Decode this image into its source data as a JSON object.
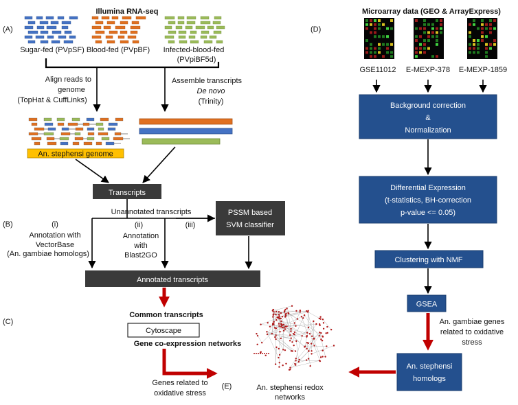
{
  "left_panel": {
    "title": "Illumina RNA-seq",
    "label_a": "(A)",
    "label_b": "(B)",
    "label_c": "(C)",
    "label_e": "(E)",
    "samples": [
      {
        "name": "Sugar-fed (PVpSF)",
        "color": "#4472c4"
      },
      {
        "name": "Blood-fed (PVpBF)",
        "color": "#e07020"
      },
      {
        "name": "Infected-blood-fed",
        "name2": "(PVpiBF5d)",
        "color": "#9bbb59"
      }
    ],
    "align_text": [
      "Align reads to",
      "genome",
      "(TopHat & CuffLinks)"
    ],
    "assemble_text": [
      "Assemble transcripts",
      "De novo",
      "(Trinity)"
    ],
    "genome_label": "An. stephensi genome",
    "transcripts_box": "Transcripts",
    "unannotated": "Unannotated transcripts",
    "step_i": "(i)",
    "step_ii": "(ii)",
    "step_iii": "(iii)",
    "vectorbase_text": [
      "Annotation with",
      "VectorBase"
    ],
    "vectorbase_note": "(An. gambiae homologs)",
    "blast2go_text": [
      "Annotation",
      "with",
      "Blast2GO"
    ],
    "pssm_box": [
      "PSSM based",
      "SVM classifier"
    ],
    "annotated_box": "Annotated transcripts",
    "common_transcripts": "Common transcripts",
    "cytoscape": "Cytoscape",
    "coexpr": "Gene co-expression networks",
    "genes_related": [
      "Genes related to",
      "oxidative stress"
    ],
    "redox": [
      "An. stephensi redox",
      "networks"
    ]
  },
  "right_panel": {
    "title": "Microarray data (GEO & ArrayExpress)",
    "label_d": "(D)",
    "datasets": [
      "GSE11012",
      "E-MEXP-378",
      "E-MEXP-1859"
    ],
    "bg_box": [
      "Background correction",
      "&",
      "Normalization"
    ],
    "diff_box": [
      "Differential Expression",
      "(t-statistics, BH-correction",
      "p-value <= 0.05)"
    ],
    "nmf_box": "Clustering with NMF",
    "gsea_box": "GSEA",
    "gambiae_text": [
      "An. gambiae genes",
      "related to oxidative",
      "stress"
    ],
    "homologs_box": [
      "An. stephensi",
      "homologs"
    ]
  },
  "colors": {
    "dark_box": "#3a3a3a",
    "blue_box": "#24508e",
    "red_arrow": "#c00000",
    "genome_bar": "#ffc000",
    "orange": "#e07020",
    "blue": "#4472c4",
    "green": "#9bbb59"
  }
}
